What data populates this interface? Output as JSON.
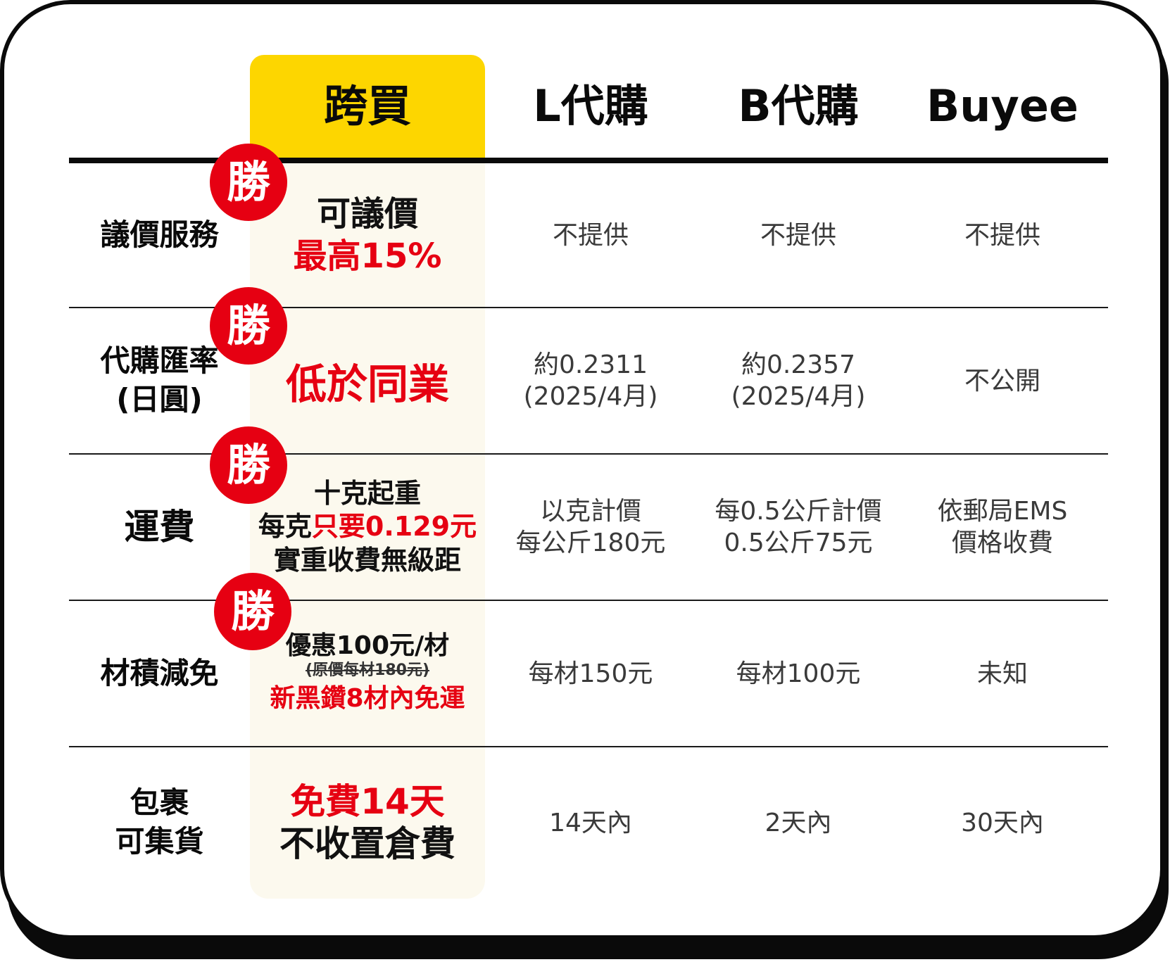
{
  "colors": {
    "highlight_header": "#fdd600",
    "highlight_column": "#fcf9ee",
    "accent_red": "#e60012",
    "frame": "#0a0a0a"
  },
  "headers": [
    "跨買",
    "L代購",
    "B代購",
    "Buyee"
  ],
  "badge_label": "勝",
  "rows": [
    {
      "label": [
        "議價服務"
      ],
      "featured": {
        "lines": [
          {
            "text": "可議價",
            "style": "bold"
          },
          {
            "text": "最高15%",
            "style": "red"
          }
        ]
      },
      "l": [
        "不提供"
      ],
      "b": [
        "不提供"
      ],
      "buyee": [
        "不提供"
      ]
    },
    {
      "label": [
        "代購匯率",
        "(日圓)"
      ],
      "featured": {
        "lines": [
          {
            "text": "低於同業",
            "style": "red"
          }
        ]
      },
      "l": [
        "約0.2311",
        "(2025/4月)"
      ],
      "b": [
        "約0.2357",
        "(2025/4月)"
      ],
      "buyee": [
        "不公開"
      ]
    },
    {
      "label": [
        "運費"
      ],
      "featured": {
        "line1": "十克起重",
        "line2_prefix": "每克",
        "line2_red": "只要0.129元",
        "line3": "實重收費無級距"
      },
      "l": [
        "以克計價",
        "每公斤180元"
      ],
      "b": [
        "每0.5公斤計價",
        "0.5公斤75元"
      ],
      "buyee": [
        "依郵局EMS",
        "價格收費"
      ]
    },
    {
      "label": [
        "材積減免"
      ],
      "featured": {
        "lines": [
          {
            "text": "優惠100元/材",
            "style": "bold"
          },
          {
            "text": "(原價每材180元)",
            "style": "strike"
          },
          {
            "text": "新黑鑽8材內免運",
            "style": "red"
          }
        ]
      },
      "l": [
        "每材150元"
      ],
      "b": [
        "每材100元"
      ],
      "buyee": [
        "未知"
      ]
    },
    {
      "label": [
        "包裹",
        "可集貨"
      ],
      "featured": {
        "lines": [
          {
            "text": "免費14天",
            "style": "red"
          },
          {
            "text": "不收置倉費",
            "style": "bold"
          }
        ]
      },
      "l": [
        "14天內"
      ],
      "b": [
        "2天內"
      ],
      "buyee": [
        "30天內"
      ]
    }
  ]
}
